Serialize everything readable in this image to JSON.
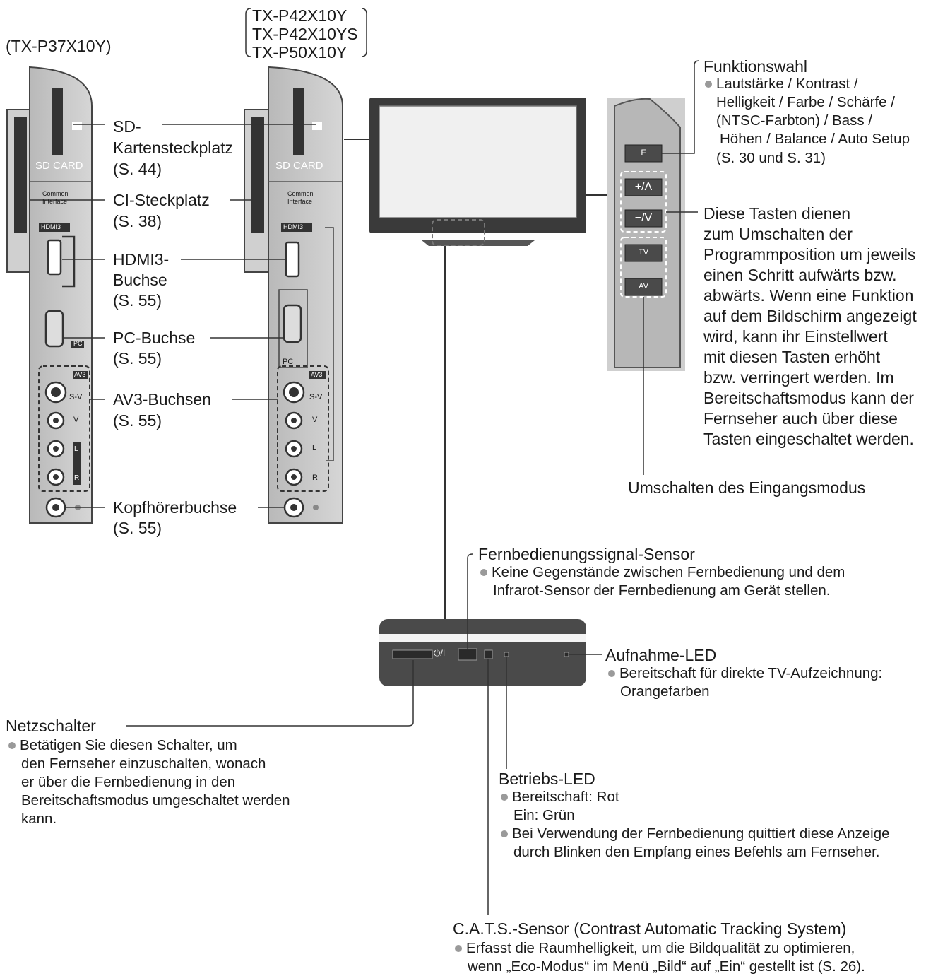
{
  "models": {
    "left": "(TX-P37X10Y)",
    "right": [
      "TX-P42X10Y",
      "TX-P42X10YS",
      "TX-P50X10Y"
    ]
  },
  "side_panel": {
    "sd_card_printed": "SD CARD",
    "common_interface_printed": [
      "Common",
      "Interface"
    ],
    "hdmi3_printed": "HDMI3",
    "pc_printed": "PC",
    "av3_printed": "AV3",
    "s_v_printed": "S-V",
    "v_printed": "V",
    "l_printed": "L",
    "r_printed": "R",
    "labels": {
      "sd": [
        "SD-",
        "Kartensteckplatz",
        "(S. 44)"
      ],
      "ci": [
        "CI-Steckplatz",
        "(S. 38)"
      ],
      "hdmi": [
        "HDMI3-",
        "Buchse",
        "(S. 55)"
      ],
      "pc": [
        "PC-Buchse",
        "(S. 55)"
      ],
      "av3": [
        "AV3-Buchsen",
        "(S. 55)"
      ],
      "headphone": [
        "Kopfhörerbuchse",
        "(S. 55)"
      ]
    }
  },
  "control_panel": {
    "buttons": [
      "F",
      "+/Λ",
      "−/V",
      "TV",
      "AV"
    ],
    "funktionswahl": {
      "title": "Funktionswahl",
      "lines": [
        "Lautstärke / Kontrast /",
        "Helligkeit / Farbe / Schärfe /",
        "(NTSC-Farbton) / Bass /",
        "Höhen / Balance / Auto Setup",
        "(S. 30 und S. 31)"
      ]
    },
    "tasten": [
      "Diese Tasten dienen",
      "zum Umschalten der",
      "Programmposition um jeweils",
      "einen Schritt aufwärts bzw.",
      "abwärts. Wenn eine Funktion",
      "auf dem Bildschirm angezeigt",
      "wird, kann ihr Einstellwert",
      "mit diesen Tasten erhöht",
      "bzw. verringert werden. Im",
      "Bereitschaftsmodus kann der",
      "Fernseher auch über diese",
      "Tasten eingeschaltet werden."
    ],
    "eingang": "Umschalten des Eingangsmodus"
  },
  "front_panel": {
    "power_printed": "⏻/I",
    "sensor": {
      "title": "Fernbedienungssignal-Sensor",
      "lines": [
        "Keine Gegenstände zwischen Fernbedienung und dem",
        "Infrarot-Sensor der Fernbedienung am Gerät stellen."
      ]
    },
    "aufnahme": {
      "title": "Aufnahme-LED",
      "lines": [
        "Bereitschaft für direkte TV-Aufzeichnung:",
        "Orangefarben"
      ]
    },
    "netzschalter": {
      "title": "Netzschalter",
      "lines": [
        "Betätigen Sie diesen Schalter, um",
        "den Fernseher einzuschalten, wonach",
        "er über die Fernbedienung in den",
        "Bereitschaftsmodus umgeschaltet werden",
        "kann."
      ]
    },
    "betriebs": {
      "title": "Betriebs-LED",
      "lines1": [
        "Bereitschaft: Rot",
        "Ein: Grün"
      ],
      "lines2": [
        "Bei Verwendung der Fernbedienung quittiert diese Anzeige",
        "durch Blinken den Empfang eines Befehls am Fernseher."
      ]
    },
    "cats": {
      "title": "C.A.T.S.-Sensor (Contrast Automatic Tracking System)",
      "lines": [
        "Erfasst die Raumhelligkeit, um die Bildqualität zu optimieren,",
        "wenn „Eco-Modus“ im Menü „Bild“ auf „Ein“ gestellt ist (S. 26)."
      ]
    }
  },
  "colors": {
    "panel": "#c9c9c9",
    "panel_dark": "#4a4a4a",
    "line": "#333333",
    "bullet": "#9a9a9a"
  }
}
